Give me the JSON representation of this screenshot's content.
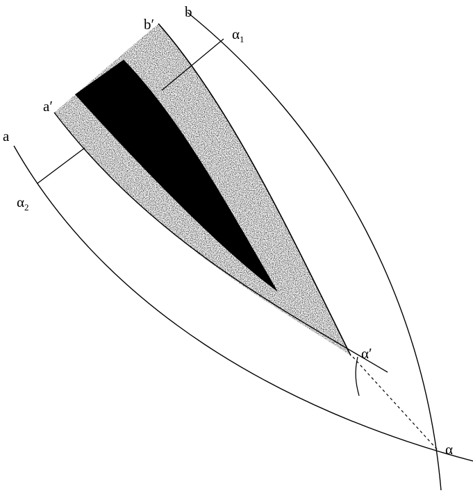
{
  "labels": {
    "a": "a",
    "a_prime": "a′",
    "b": "b",
    "b_prime": "b′",
    "alpha_symbol": "α",
    "alpha_1_sub": "1",
    "alpha_2_sub": "2",
    "alpha": "α",
    "alpha_prime": "α′"
  },
  "colors": {
    "ink": "#000000",
    "paper": "#ffffff",
    "stipple": "#2b2b2b",
    "core": "#000000"
  }
}
